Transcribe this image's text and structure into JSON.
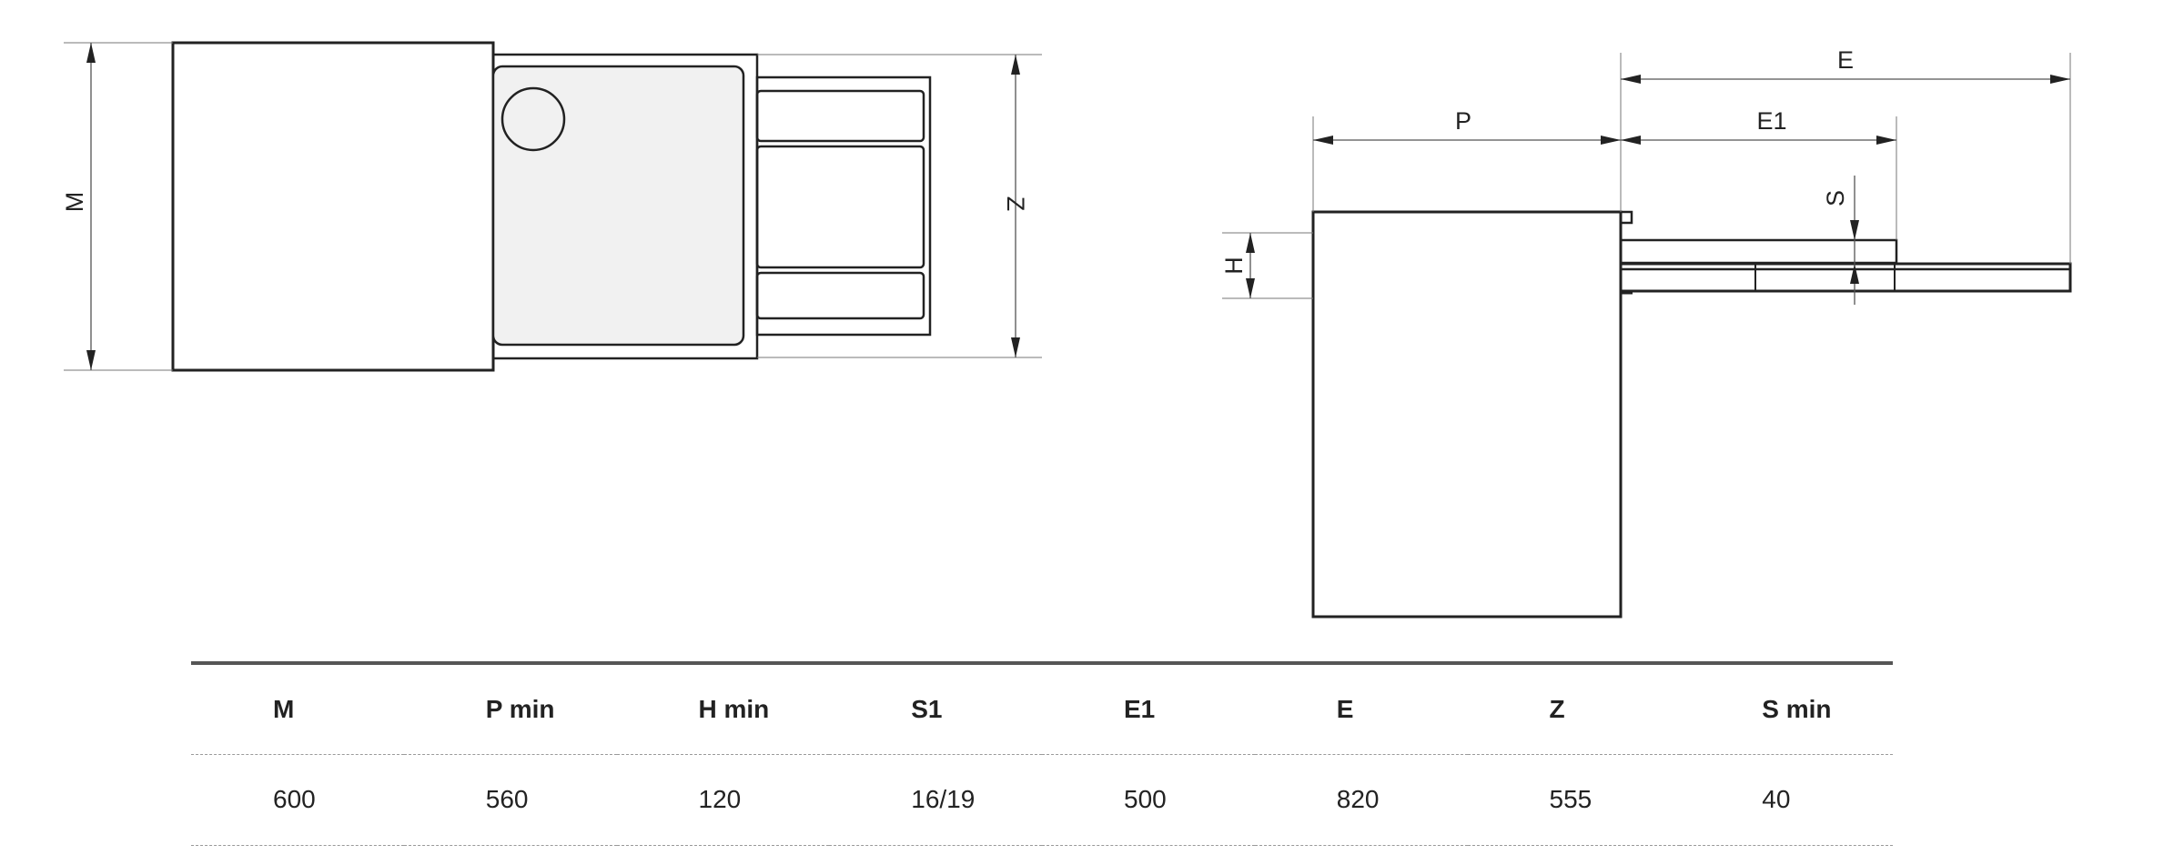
{
  "drawing": {
    "labels": {
      "m": "M",
      "z": "Z",
      "p": "P",
      "e": "E",
      "e1": "E1",
      "s": "S",
      "h": "H"
    }
  },
  "spec_table": {
    "headers": [
      "M",
      "P min",
      "H min",
      "S1",
      "E1",
      "E",
      "Z",
      "S min"
    ],
    "rows": [
      [
        "600",
        "560",
        "120",
        "16/19",
        "500",
        "820",
        "555",
        "40"
      ]
    ]
  }
}
